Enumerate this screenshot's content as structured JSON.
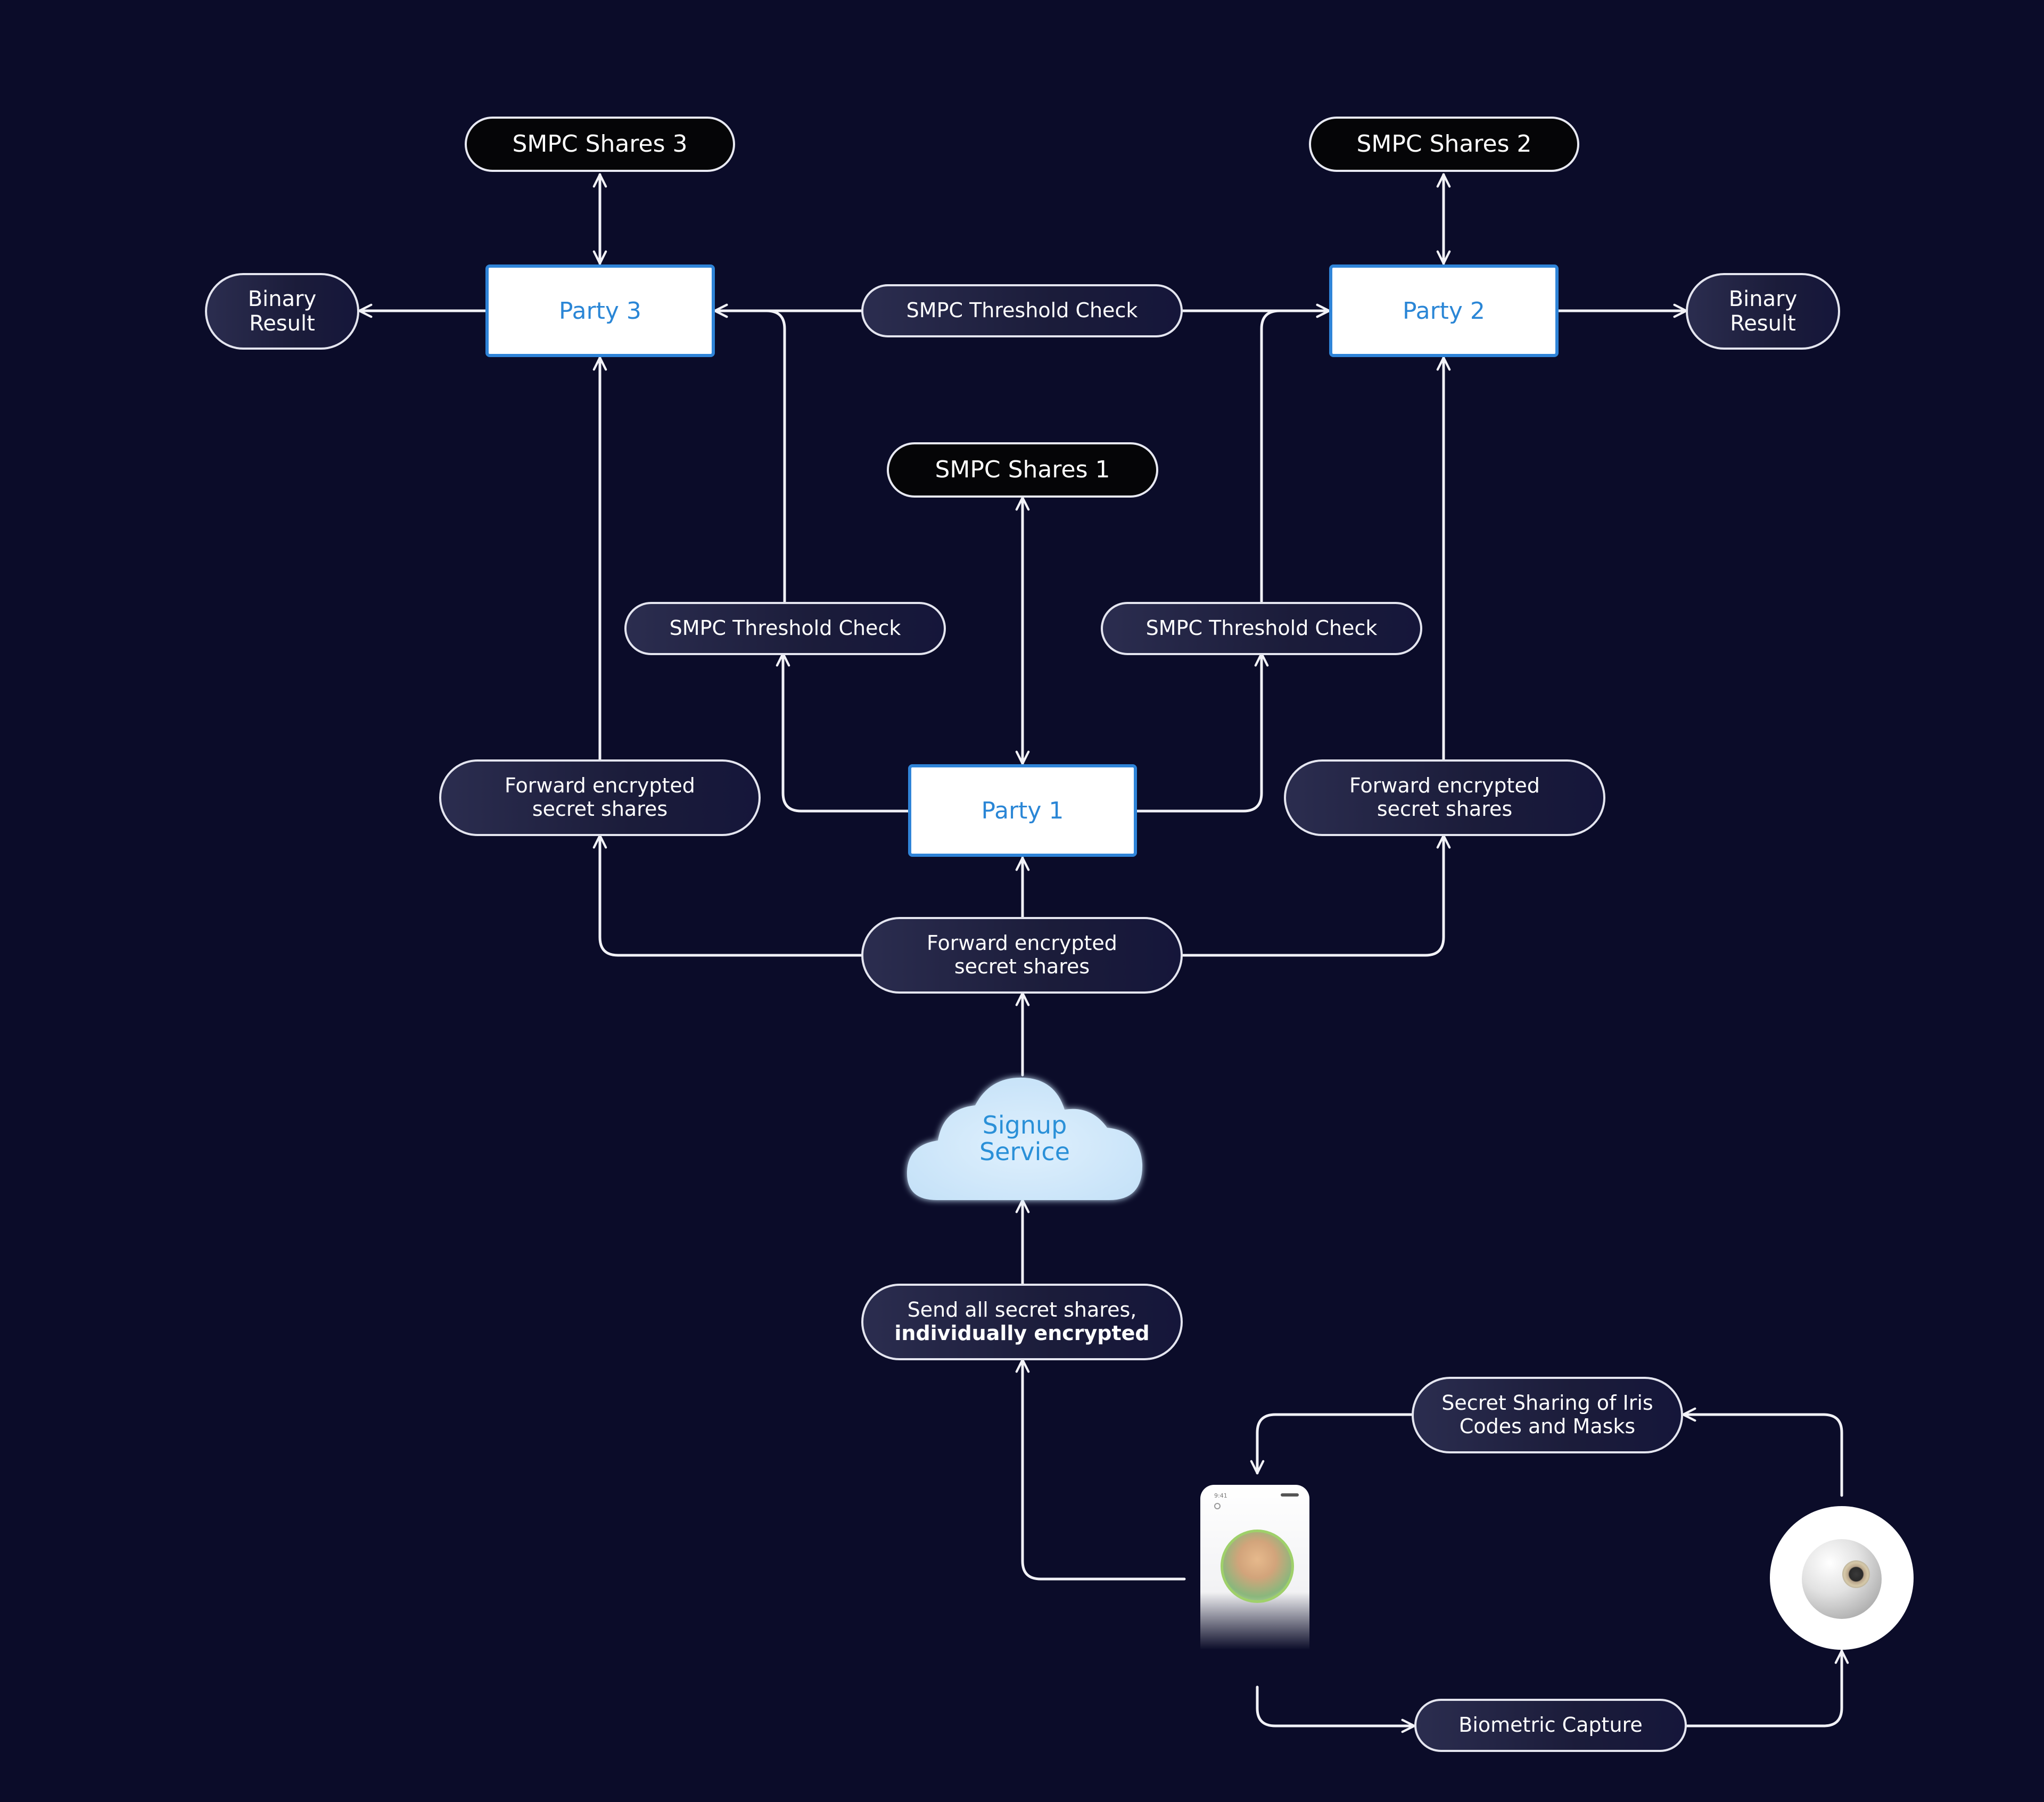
{
  "colors": {
    "background": "#0b0c29",
    "line": "#f2f2f7",
    "party_accent": "#2f84d8",
    "cloud_fill": "#d8ecfb"
  },
  "shares": {
    "s3": "SMPC Shares 3",
    "s2": "SMPC Shares 2",
    "s1": "SMPC Shares 1"
  },
  "parties": {
    "p3": "Party 3",
    "p2": "Party 2",
    "p1": "Party 1"
  },
  "results": {
    "left": [
      "Binary",
      "Result"
    ],
    "right": [
      "Binary",
      "Result"
    ]
  },
  "threshold_checks": {
    "top": "SMPC Threshold Check",
    "left": "SMPC Threshold Check",
    "right": "SMPC Threshold Check"
  },
  "forward": {
    "left": [
      "Forward encrypted",
      "secret shares"
    ],
    "right": [
      "Forward encrypted",
      "secret shares"
    ],
    "center": [
      "Forward encrypted",
      "secret shares"
    ]
  },
  "signup": [
    "Signup",
    "Service"
  ],
  "send": {
    "line1": "Send all secret shares,",
    "line2": "individually encrypted"
  },
  "secret_sharing": [
    "Secret Sharing of Iris",
    "Codes and Masks"
  ],
  "biometric": "Biometric Capture",
  "phone": {
    "time": "9:41"
  },
  "icons": {
    "phone": "smartphone-icon",
    "orb": "orb-device-icon",
    "cloud": "cloud-icon"
  }
}
